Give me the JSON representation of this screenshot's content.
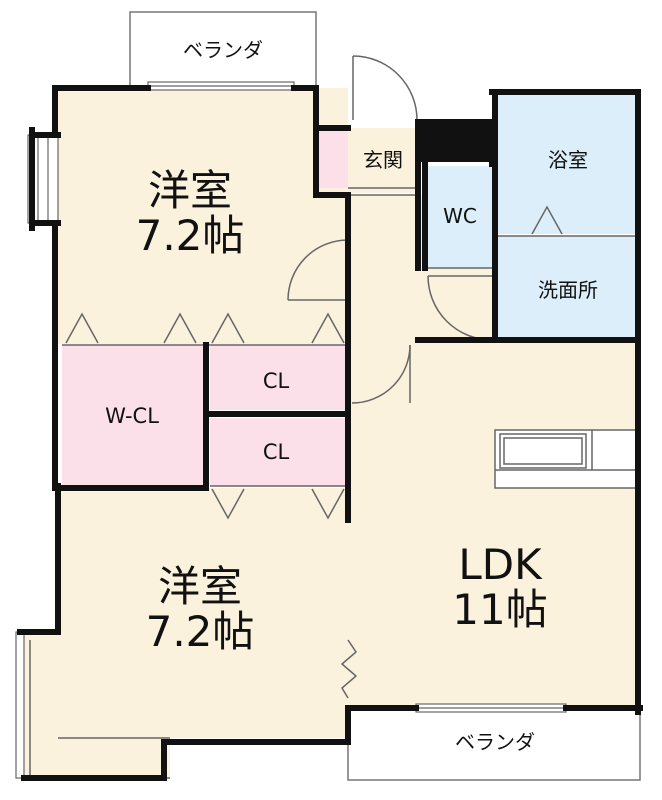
{
  "floor_plan": {
    "colors": {
      "room_fill": "#faf2dd",
      "wet_area_fill": "#dbeefa",
      "storage_fill": "#fbe0ea",
      "wall": "#111111",
      "thin_line": "#555555"
    },
    "rooms": {
      "western_room_upper": {
        "name": "洋室",
        "size": "7.2帖"
      },
      "western_room_lower": {
        "name": "洋室",
        "size": "7.2帖"
      },
      "ldk": {
        "name": "LDK",
        "size": "11帖"
      },
      "walk_in_closet": {
        "name": "W-CL"
      },
      "closet_upper": {
        "name": "CL"
      },
      "closet_lower": {
        "name": "CL"
      },
      "entrance": {
        "name": "玄関"
      },
      "toilet": {
        "name": "WC"
      },
      "bathroom": {
        "name": "浴室"
      },
      "washroom": {
        "name": "洗面所"
      }
    },
    "balconies": {
      "top": {
        "name": "ベランダ"
      },
      "bottom": {
        "name": "ベランダ"
      }
    }
  }
}
